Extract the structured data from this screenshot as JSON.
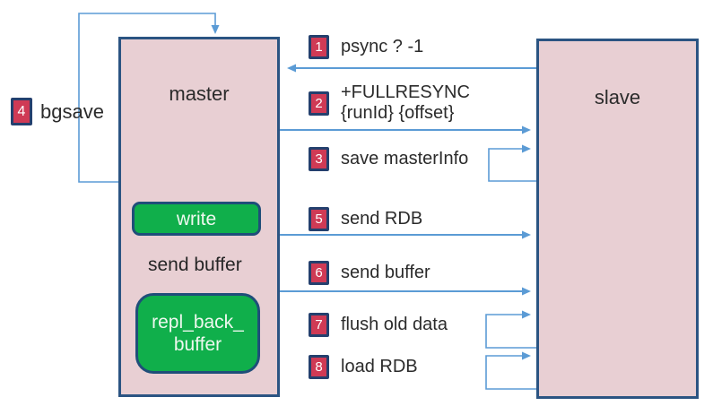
{
  "nodes": {
    "master": {
      "label": "master"
    },
    "slave": {
      "label": "slave"
    },
    "write": {
      "label": "write"
    },
    "repl_back_buffer": {
      "label": "repl_back_buffer",
      "line1": "repl_back_",
      "line2": "buffer"
    },
    "send_buffer_caption": "send buffer"
  },
  "steps": [
    {
      "num": "1",
      "label": "psync ? -1"
    },
    {
      "num": "2",
      "label": "+FULLRESYNC {runId} {offset}"
    },
    {
      "num": "3",
      "label": "save masterInfo"
    },
    {
      "num": "4",
      "label": "bgsave"
    },
    {
      "num": "5",
      "label": "send RDB"
    },
    {
      "num": "6",
      "label": "send buffer"
    },
    {
      "num": "7",
      "label": "flush old data"
    },
    {
      "num": "8",
      "label": "load RDB"
    }
  ],
  "colors": {
    "node_fill": "#e8cfd3",
    "node_border": "#2b5482",
    "green_fill": "#10af4b",
    "green_border": "#1f4e79",
    "badge_fill": "#cf3a55",
    "badge_border": "#24406e",
    "arrow_blue": "#5b9bd5",
    "text": "#2b2b2b"
  }
}
